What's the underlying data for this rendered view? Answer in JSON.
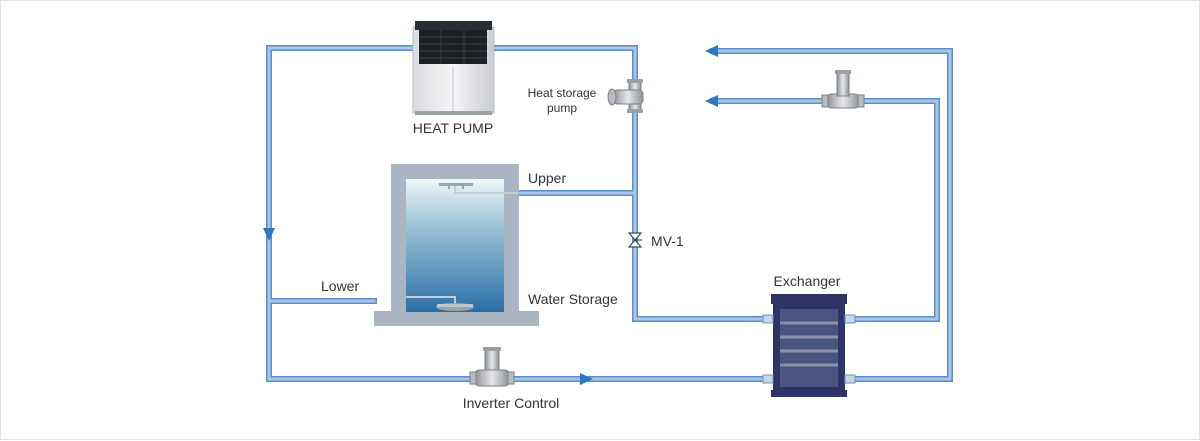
{
  "labels": {
    "heat_pump": "HEAT PUMP",
    "heat_storage_pump_line1": "Heat storage",
    "heat_storage_pump_line2": "pump",
    "upper": "Upper",
    "lower": "Lower",
    "water_storage": "Water Storage",
    "mv1": "MV-1",
    "exchanger": "Exchanger",
    "inverter_control": "Inverter Control"
  },
  "colors": {
    "pipe": "#8fb3db",
    "pipe_edge": "#5b8fcb",
    "arrow": "#2f78c4",
    "tank_frame": "#a9b4c0",
    "water_top": "#d8e8ee",
    "water_bottom": "#2b6fa8",
    "exchanger_frame": "#2e3566",
    "exchanger_plate": "#565d86"
  }
}
